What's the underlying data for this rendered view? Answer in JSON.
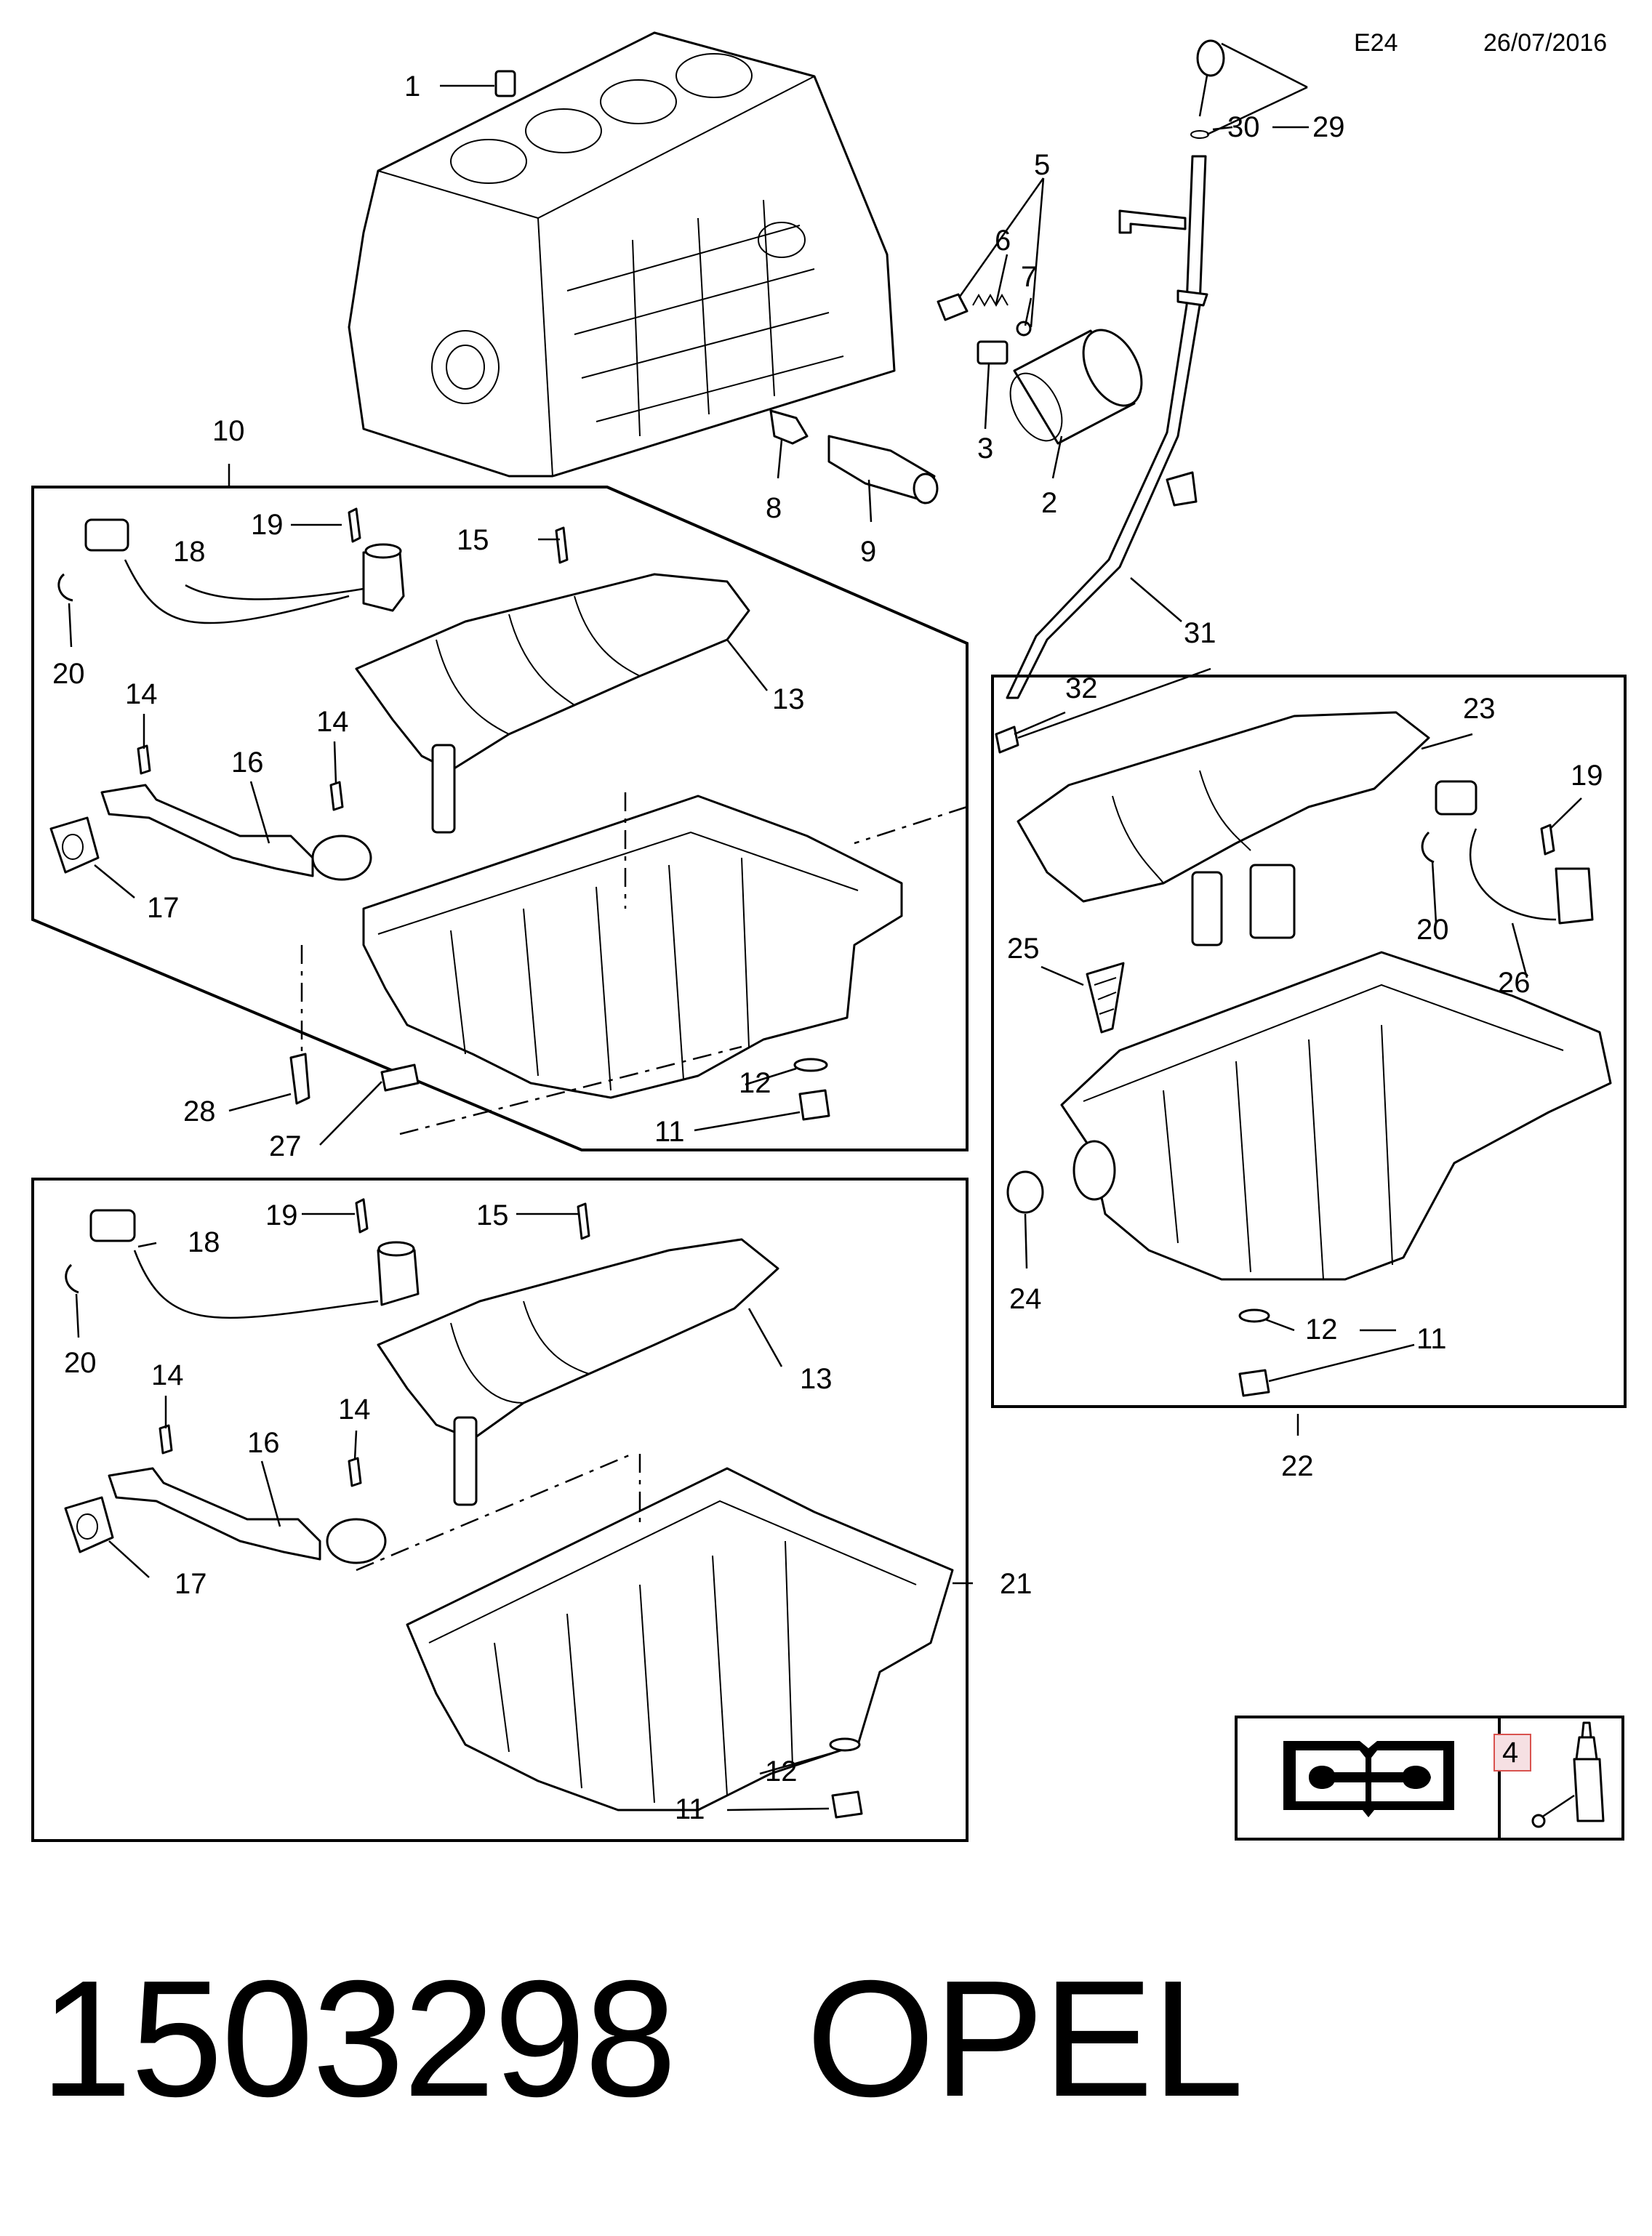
{
  "header": {
    "diagram_code": "E24",
    "date": "26/07/2016"
  },
  "callouts": {
    "n1": "1",
    "n2": "2",
    "n3": "3",
    "n5": "5",
    "n6": "6",
    "n7": "7",
    "n8": "8",
    "n9": "9",
    "n10": "10",
    "n11": "11",
    "n12": "12",
    "n13": "13",
    "n14": "14",
    "n15": "15",
    "n16": "16",
    "n17": "17",
    "n18": "18",
    "n19": "19",
    "n20": "20",
    "n21": "21",
    "n22": "22",
    "n23": "23",
    "n24": "24",
    "n25": "25",
    "n26": "26",
    "n27": "27",
    "n28": "28",
    "n29": "29",
    "n30": "30",
    "n31": "31",
    "n32": "32"
  },
  "legend": {
    "sealant_ref": "4"
  },
  "footer": {
    "part_number": "1503298",
    "brand": "OPEL"
  }
}
